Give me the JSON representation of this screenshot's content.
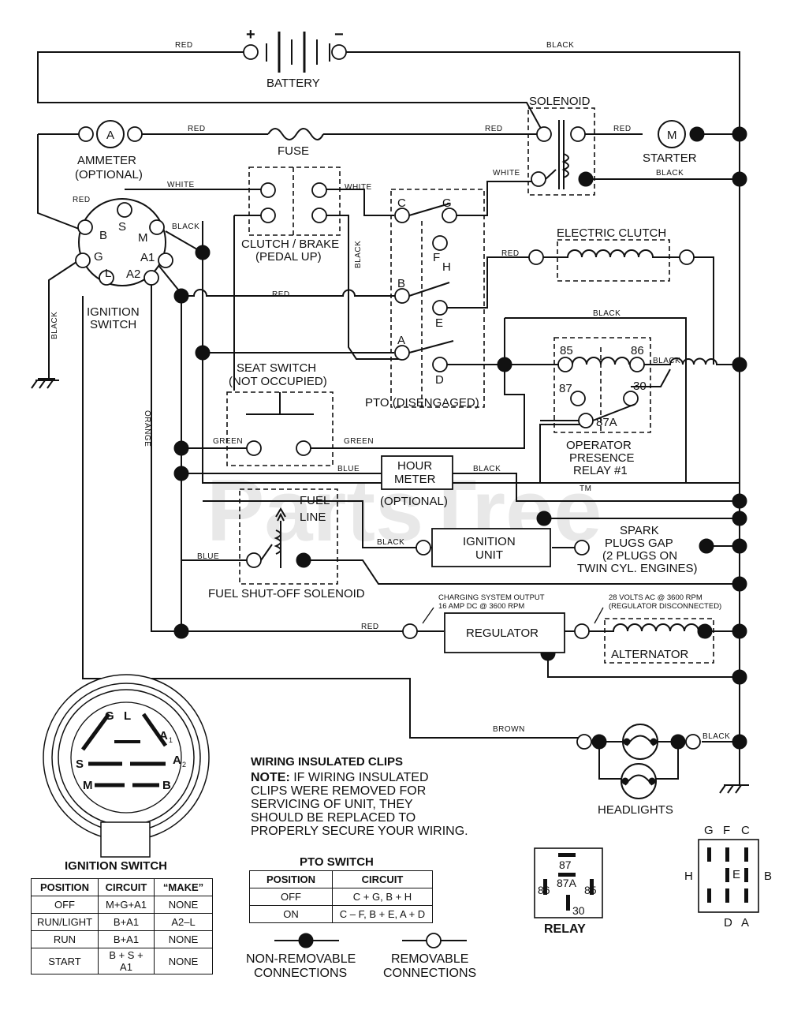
{
  "components": {
    "battery": "BATTERY",
    "battery_plus": "+",
    "battery_minus": "−",
    "ammeter": "AMMETER",
    "ammeter_opt": "(OPTIONAL)",
    "ammeter_symbol": "A",
    "fuse": "FUSE",
    "solenoid": "SOLENOID",
    "starter": "STARTER",
    "starter_symbol": "M",
    "clutch_brake": "CLUTCH / BRAKE",
    "clutch_brake_sub": "(PEDAL UP)",
    "electric_clutch": "ELECTRIC CLUTCH",
    "ignition_switch": "IGNITION",
    "ignition_switch2": "SWITCH",
    "seat_switch": "SEAT SWITCH",
    "seat_switch_sub": "(NOT OCCUPIED)",
    "pto": "PTO (DISENGAGED)",
    "operator_relay1": "OPERATOR",
    "operator_relay2": "PRESENCE",
    "operator_relay3": "RELAY #1",
    "hour_meter1": "HOUR",
    "hour_meter2": "METER",
    "hour_meter_opt": "(OPTIONAL)",
    "fuel_line1": "FUEL",
    "fuel_line2": "LINE",
    "fuel_solenoid": "FUEL SHUT-OFF SOLENOID",
    "ignition_unit1": "IGNITION",
    "ignition_unit2": "UNIT",
    "spark1": "SPARK",
    "spark2": "PLUGS GAP",
    "spark3": "(2 PLUGS ON",
    "spark4": "TWIN CYL. ENGINES)",
    "regulator": "REGULATOR",
    "alternator": "ALTERNATOR",
    "charging1": "CHARGING SYSTEM OUTPUT",
    "charging2": "16 AMP DC @ 3600 RPM",
    "alt_volts1": "28 VOLTS AC @ 3600 RPM",
    "alt_volts2": "(REGULATOR DISCONNECTED)",
    "headlights": "HEADLIGHTS"
  },
  "wires": {
    "red": "RED",
    "black": "BLACK",
    "white": "WHITE",
    "green": "GREEN",
    "blue": "BLUE",
    "orange": "ORANGE",
    "brown": "BROWN"
  },
  "terminals": {
    "b": "B",
    "s": "S",
    "m": "M",
    "g": "G",
    "l": "L",
    "a1": "A1",
    "a2": "A2",
    "pto_c": "C",
    "pto_g": "G",
    "pto_f": "F",
    "pto_h": "H",
    "pto_b": "B",
    "pto_e": "E",
    "pto_a": "A",
    "pto_d": "D",
    "r85": "85",
    "r86": "86",
    "r87": "87",
    "r30": "30",
    "r87a": "87A"
  },
  "watermark": "PartsTree",
  "watermark_tm": "TM",
  "ignition_key": {
    "g": "G",
    "l": "L",
    "a1": "A",
    "a1_sub": "1",
    "a2": "A",
    "a2_sub": "2",
    "s": "S",
    "m": "M",
    "b": "B",
    "title": "IGNITION SWITCH"
  },
  "ignition_table": {
    "headers": [
      "POSITION",
      "CIRCUIT",
      "“MAKE”"
    ],
    "rows": [
      [
        "OFF",
        "M+G+A1",
        "NONE"
      ],
      [
        "RUN/LIGHT",
        "B+A1",
        "A2–L"
      ],
      [
        "RUN",
        "B+A1",
        "NONE"
      ],
      [
        "START",
        "B + S + A1",
        "NONE"
      ]
    ]
  },
  "note": {
    "title": "WIRING INSULATED CLIPS",
    "lead": "NOTE:",
    "line1": " IF WIRING INSULATED",
    "line2": "CLIPS WERE REMOVED FOR",
    "line3": "SERVICING OF UNIT, THEY",
    "line4": "SHOULD BE REPLACED TO",
    "line5": "PROPERLY SECURE YOUR WIRING."
  },
  "pto_table": {
    "title": "PTO SWITCH",
    "headers": [
      "POSITION",
      "CIRCUIT"
    ],
    "rows": [
      [
        "OFF",
        "C + G, B + H"
      ],
      [
        "ON",
        "C – F, B + E, A + D"
      ]
    ]
  },
  "relay_legend": {
    "title": "RELAY",
    "p87": "87",
    "p87a": "87A",
    "p86": "86",
    "p85": "85",
    "p30": "30"
  },
  "pto_legend": {
    "g": "G",
    "f": "F",
    "c": "C",
    "h": "H",
    "e": "E",
    "b": "B",
    "d": "D",
    "a": "A"
  },
  "connections": {
    "nonremovable1": "NON-REMOVABLE",
    "nonremovable2": "CONNECTIONS",
    "removable1": "REMOVABLE",
    "removable2": "CONNECTIONS"
  }
}
